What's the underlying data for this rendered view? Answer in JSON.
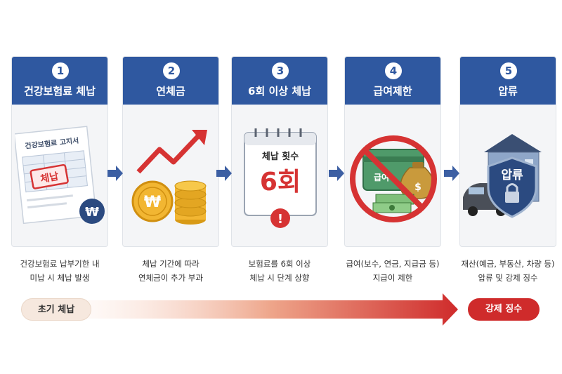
{
  "steps": [
    {
      "number": "1",
      "title": "건강보험료 체납",
      "doc_title": "건강보험료 고지서",
      "stamp": "체납",
      "currency": "₩",
      "desc_lines": [
        "건강보험료 납부기한 내",
        "미납 시 체납 발생"
      ]
    },
    {
      "number": "2",
      "title": "연체금",
      "coin_symbol": "₩",
      "desc_lines": [
        "체납 기간에 따라",
        "연체금이 추가 부과"
      ]
    },
    {
      "number": "3",
      "title": "6회 이상 체납",
      "cal_label": "체납 횟수",
      "cal_value": "6회",
      "alert": "!",
      "desc_lines": [
        "보험료를 6회 이상",
        "체납 시 단계 상향"
      ]
    },
    {
      "number": "4",
      "title": "급여제한",
      "card_label": "급여",
      "bag_symbol": "$",
      "desc_lines": [
        "급여(보수, 연금, 지급금 등)",
        "지급이 제한"
      ]
    },
    {
      "number": "5",
      "title": "압류",
      "shield_label": "압류",
      "desc_lines": [
        "재산(예금, 부동산, 차량 등)",
        "압류 및 강제 징수"
      ]
    }
  ],
  "progress": {
    "start_label": "초기 체납",
    "end_label": "강제 징수"
  },
  "colors": {
    "header": "#2f58a0",
    "accent_red": "#cf2b2b",
    "arrow": "#3c5fa3",
    "coin": "#f2b632"
  }
}
